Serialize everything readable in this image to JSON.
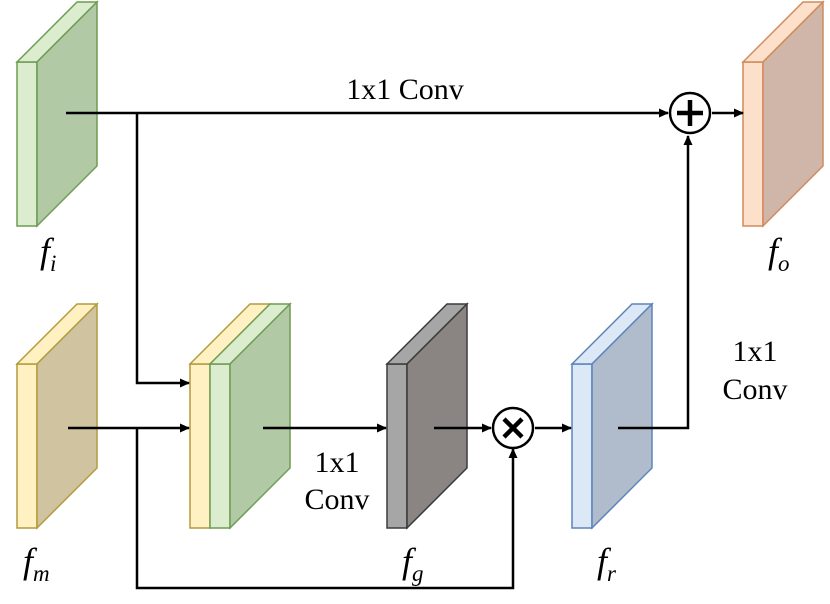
{
  "labels": {
    "conv_top": "1x1 Conv",
    "conv_mid_line1": "1x1",
    "conv_mid_line2": "Conv",
    "conv_right_line1": "1x1",
    "conv_right_line2": "Conv"
  },
  "variables": {
    "fi": {
      "base": "f",
      "sub": "i"
    },
    "fm": {
      "base": "f",
      "sub": "m"
    },
    "fg": {
      "base": "f",
      "sub": "g"
    },
    "fr": {
      "base": "f",
      "sub": "r"
    },
    "fo": {
      "base": "f",
      "sub": "o"
    }
  },
  "operators": {
    "add": "+",
    "multiply": "×"
  },
  "colors": {
    "fi_front": "#dbeccf",
    "fi_side": "#b2c9a6",
    "fi_border": "#6d9c52",
    "fm_front": "#fff1c2",
    "fm_side": "#d0c39f",
    "fm_border": "#b39b3e",
    "concat_yellow_front": "#fff1c2",
    "concat_green_side": "#b2c9a6",
    "fg_front": "#a6a6a6",
    "fg_side": "#8a8583",
    "fg_border": "#3b3b3b",
    "fr_front": "#dce8f5",
    "fr_side": "#b0bccb",
    "fr_border": "#5b84ba",
    "fo_front": "#fde0c9",
    "fo_side": "#cfb6a8",
    "fo_border": "#d08a5c"
  }
}
